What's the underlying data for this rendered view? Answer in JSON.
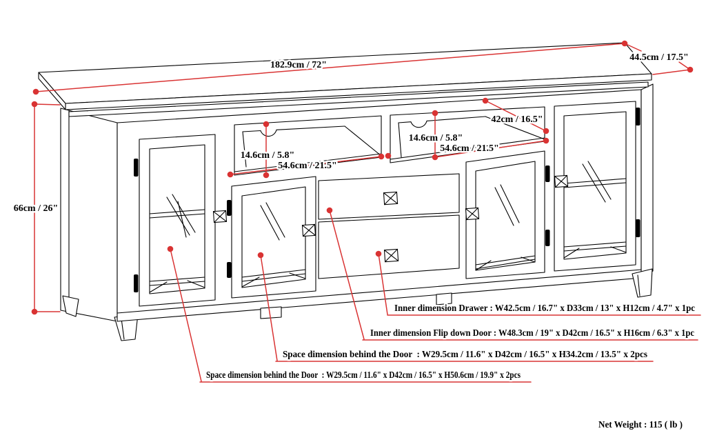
{
  "colors": {
    "line": "#000000",
    "dimension_red": "#d93333",
    "background": "#ffffff"
  },
  "dimensions": {
    "overall_width": "182.9cm / 72\"",
    "overall_depth": "44.5cm / 17.5\"",
    "overall_height": "66cm / 26\"",
    "left_shelf_height": "14.6cm / 5.8\"",
    "left_shelf_width": "54.6cm / 21.5\"",
    "right_shelf_height": "14.6cm / 5.8\"",
    "right_shelf_width": "54.6cm / 21.5\"",
    "shelf_depth": "42cm / 16.5\""
  },
  "annotations": {
    "drawer": "Inner dimension Drawer : W42.5cm / 16.7\" x D33cm / 13\" x H12cm / 4.7\" x 1pc",
    "flip_down_door": "Inner dimension Flip down Door : W48.3cm / 19\" x D42cm / 16.5\" x H16cm / 6.3\" x 1pc",
    "middle_door_space": "Space dimension behind the Door  : W29.5cm / 11.6\" x D42cm / 16.5\" x H34.2cm / 13.5\" x 2pcs",
    "side_door_space": "Space dimension behind the Door  : W29.5cm / 11.6\" x D42cm / 16.5\" x H50.6cm / 19.9\" x 2pcs"
  },
  "footer": {
    "net_weight": "Net Weight : 115 ( lb )"
  }
}
